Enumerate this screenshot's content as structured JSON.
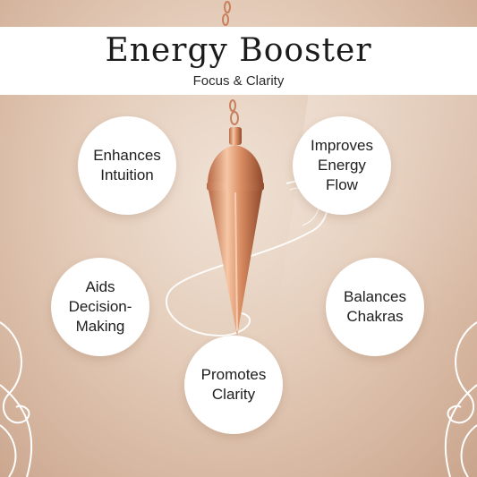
{
  "header": {
    "title": "Energy Booster",
    "subtitle": "Focus & Clarity"
  },
  "benefits": [
    {
      "label": "Enhances\nIntuition"
    },
    {
      "label": "Improves\nEnergy\nFlow"
    },
    {
      "label": "Aids\nDecision-\nMaking"
    },
    {
      "label": "Balances\nChakras"
    },
    {
      "label": "Promotes\nClarity"
    }
  ],
  "colors": {
    "background": "#e3cbb8",
    "pendulum": "#e6a57e",
    "bubble": "#ffffff",
    "text": "#1d1d1d"
  }
}
